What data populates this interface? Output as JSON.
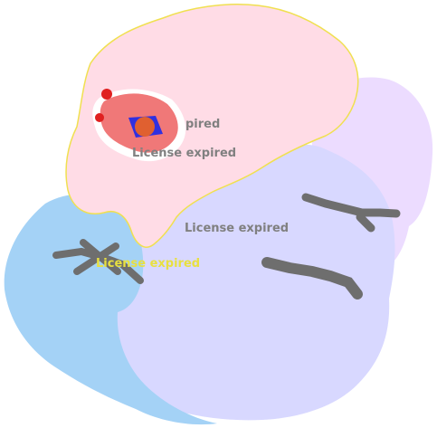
{
  "colors": {
    "background": "#ffffff",
    "chain_pink": "#ffdce6",
    "chain_pink_outline": "#f0e050",
    "chain_violet": "#ecdcff",
    "chain_lavender": "#d8d8ff",
    "chain_blue": "#a4d2f6",
    "ligand_gray": "#6e6e6e",
    "heme_red": "#f07878",
    "heme_blue": "#3030e0",
    "metal_orange": "#e06030",
    "oxygen_red": "#e02020",
    "label_gray": "#808080",
    "label_yellow": "#e8e040"
  },
  "labels": {
    "pink_partial": "pired",
    "pink": "License expired",
    "lavender": "License expired",
    "blue": "License expired"
  }
}
